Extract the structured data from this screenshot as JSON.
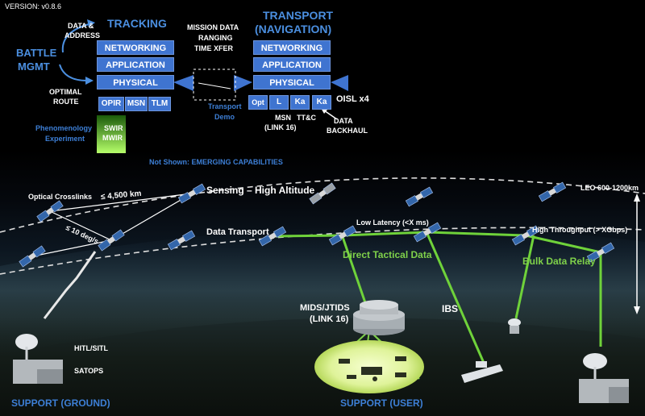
{
  "version": "VERSION:  v0.8.6",
  "tracking": {
    "title": "TRACKING",
    "layers": [
      "NETWORKING",
      "APPLICATION",
      "PHYSICAL"
    ],
    "sensors": [
      "OPIR",
      "MSN",
      "TLM"
    ],
    "sensor_sub": [
      "SWIR",
      "MWIR"
    ]
  },
  "transport": {
    "title_line1": "TRANSPORT",
    "title_line2": "(NAVIGATION)",
    "layers": [
      "NETWORKING",
      "APPLICATION",
      "PHYSICAL"
    ],
    "terminals": [
      "Opt",
      "L",
      "Ka",
      "Ka"
    ],
    "oisl": "OISL x4",
    "msn": [
      "MSN",
      "(LINK 16)"
    ],
    "ttc": "TT&C",
    "data_backhaul": [
      "DATA",
      "BACKHAUL"
    ]
  },
  "battle_mgmt": [
    "BATTLE",
    "MGMT"
  ],
  "data_address": [
    "DATA &",
    "ADDRESS"
  ],
  "optimal_route": [
    "OPTIMAL",
    "ROUTE"
  ],
  "mission_data": [
    "MISSION DATA",
    "RANGING",
    "TIME XFER"
  ],
  "transport_demo": [
    "Transport",
    "Demo"
  ],
  "phenomenology": [
    "Phenomenology",
    "Experiment"
  ],
  "not_shown": "Not Shown: EMERGING CAPABILITIES",
  "optical_crosslinks": "Optical Crosslinks",
  "range_4500": "≤ 4,500 km",
  "deg_per_s": "≤ 10 deg/s",
  "sensing": "Sensing – High Altitude",
  "data_transport": "Data Transport",
  "low_latency": "Low Latency (<X ms)",
  "high_throughput": "High Throughput (> XGbps)",
  "direct_tactical": "Direct Tactical Data",
  "bulk_relay": "Bulk Data  Relay",
  "leo": "LEO 600-1200km",
  "mids": [
    "MIDS/JTIDS",
    "(LINK 16)"
  ],
  "ibs": "IBS",
  "hitl": "HITL/SITL",
  "satops": "SATOPS",
  "support_ground": "SUPPORT (GROUND)",
  "support_user": "SUPPORT (USER)",
  "colors": {
    "layer_blue": "#3f74d0",
    "title_blue": "#4b8fe0",
    "link_green": "#6fd23a",
    "orbit_white": "#dddddd"
  }
}
